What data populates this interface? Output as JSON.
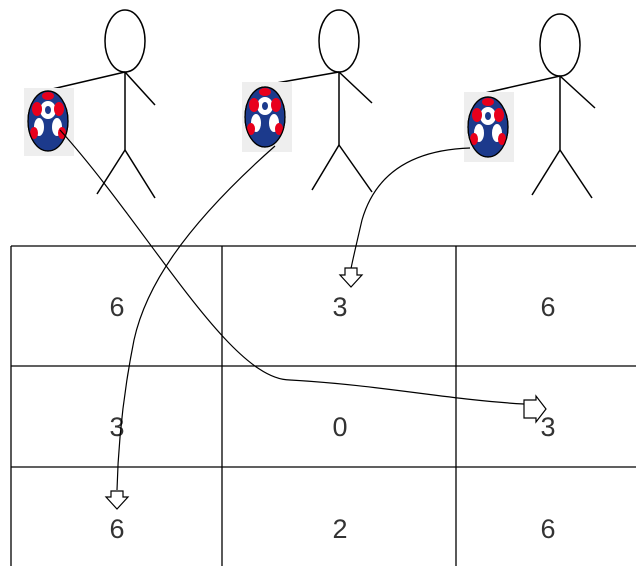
{
  "grid": {
    "rows": [
      [
        "6",
        "3",
        "6"
      ],
      [
        "3",
        "0",
        "3"
      ],
      [
        "6",
        "2",
        "6"
      ]
    ]
  },
  "figures": [
    {
      "name": "stick-figure-left"
    },
    {
      "name": "stick-figure-middle"
    },
    {
      "name": "stick-figure-right"
    }
  ],
  "balls": [
    {
      "name": "ball-left"
    },
    {
      "name": "ball-middle"
    },
    {
      "name": "ball-right"
    }
  ],
  "ball_colors": {
    "red": "#e8001c",
    "blue": "#1c3a8c",
    "white": "#ffffff"
  },
  "trajectories": [
    {
      "from": "ball-left",
      "to_row": 2,
      "to_col": 3
    },
    {
      "from": "ball-middle",
      "to_row": 3,
      "to_col": 1
    },
    {
      "from": "ball-right",
      "to_row": 1,
      "to_col": 2
    }
  ]
}
